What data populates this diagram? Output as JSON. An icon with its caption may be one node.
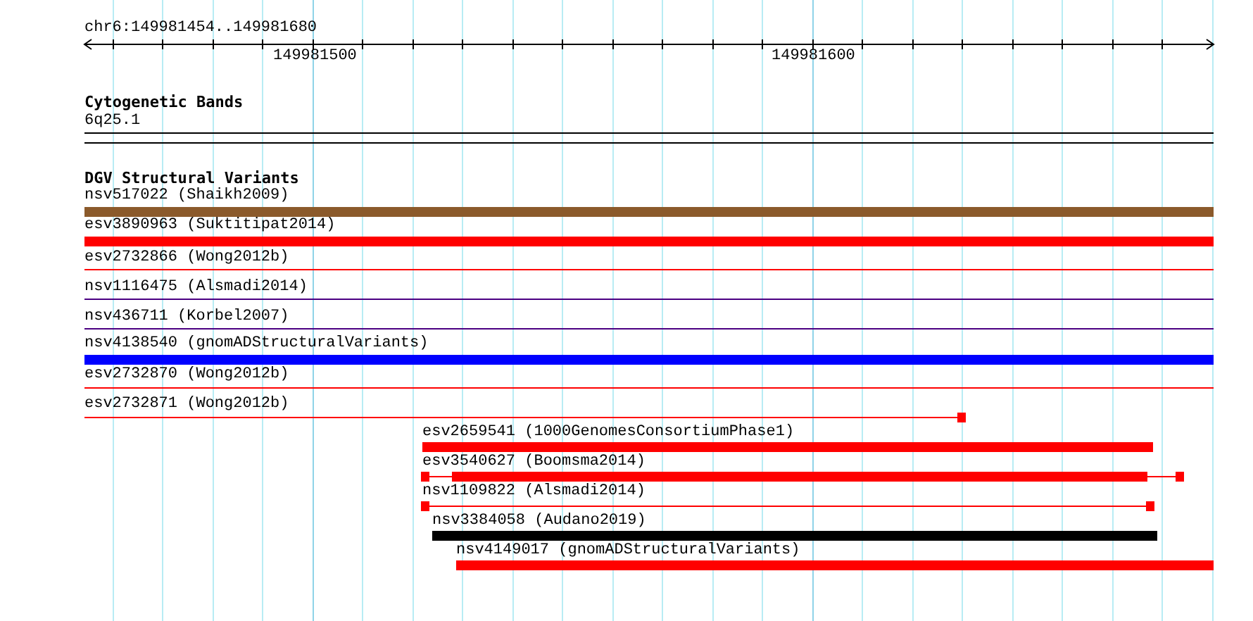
{
  "diagram": {
    "nodes": [
      {
        "text": [
          "6q25.1"
        ]
      },
      {
        "text": [
          "nsv517022 (Shaikh2009)"
        ]
      },
      {
        "text": [
          "esv3890963 (Suktitipat2014)"
        ]
      },
      {
        "text": [
          "esv2732866 (Wong2012b)"
        ]
      },
      {
        "text": [
          "nsv1116475 (Alsmadi2014)"
        ]
      },
      {
        "text": [
          "nsv436711 (Korbel2007)"
        ]
      },
      {
        "text": [
          "nsv4138540 (gnomADStructuralVariants)"
        ]
      },
      {
        "text": [
          "esv2732870 (Wong2012b)"
        ]
      },
      {
        "text": [
          "esv2732871 (Wong2012b)"
        ]
      },
      {
        "text": [
          "esv2659541 (1000GenomesConsortiumPhase1)"
        ]
      },
      {
        "text": [
          "esv3540627 (Boomsma2014)"
        ]
      },
      {
        "text": [
          "nsv1109822 (Alsmadi2014)"
        ]
      },
      {
        "text": [
          "nsv3384058 (Audano2019)"
        ]
      },
      {
        "text": [
          "nsv4149017 (gnomADStructuralVariants)"
        ]
      }
    ],
    "labels": [
      "chr6:149981454..149981680",
      "149981500",
      "149981600",
      "Cytogenetic Bands",
      "DGV Structural Variants"
    ]
  }
}
